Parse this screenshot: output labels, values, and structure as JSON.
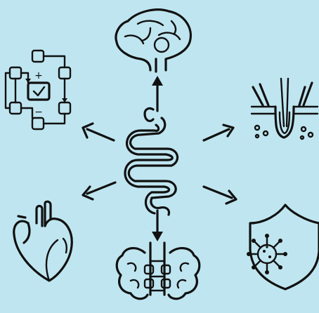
{
  "colors": {
    "background": "#bfe6f0",
    "line": "#111111"
  },
  "diagram": {
    "center_icon": "intestine-icon",
    "spokes": [
      {
        "icon": "brain-icon",
        "direction": "up"
      },
      {
        "icon": "skin-hair-follicle-icon",
        "direction": "upper-right"
      },
      {
        "icon": "shield-virus-icon",
        "direction": "lower-right"
      },
      {
        "icon": "lungs-icon",
        "direction": "down"
      },
      {
        "icon": "heart-icon",
        "direction": "lower-left"
      },
      {
        "icon": "metabolism-process-icon",
        "direction": "upper-left"
      }
    ],
    "process_symbols": {
      "plus": "+",
      "minus": "−"
    }
  }
}
